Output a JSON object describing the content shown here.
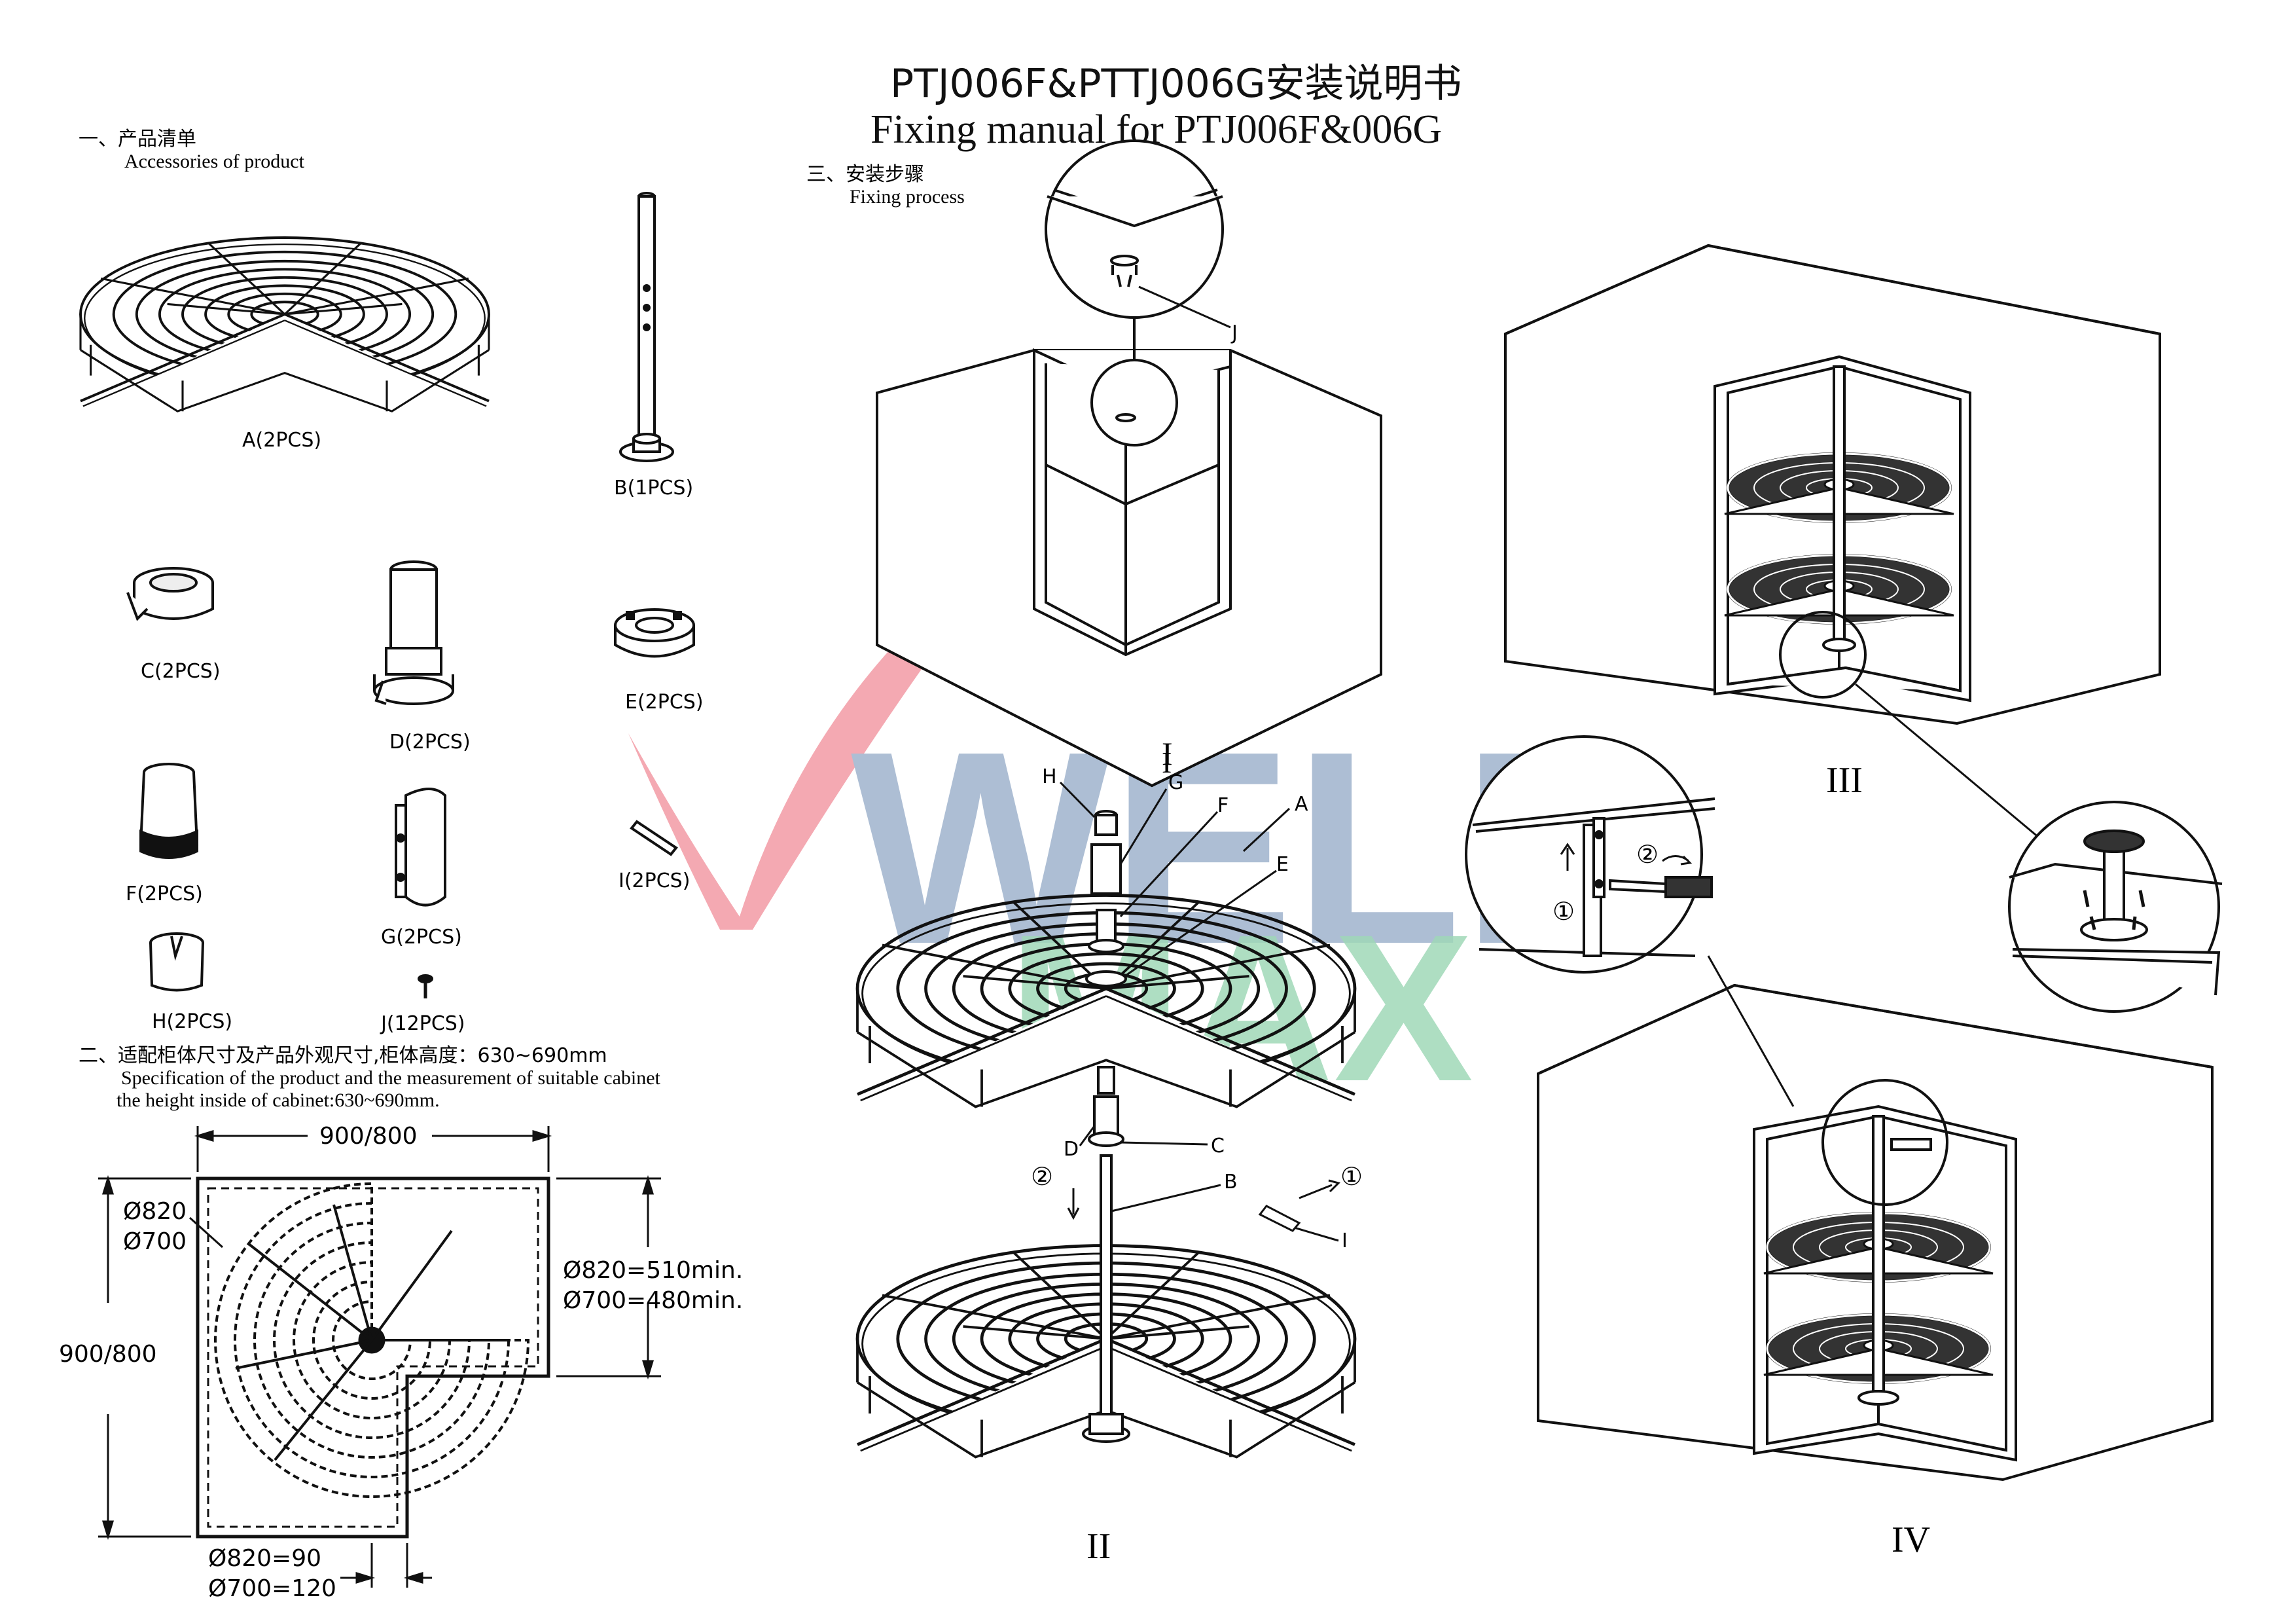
{
  "title": {
    "cn": "PTJ006F&PTTJ006G安装说明书",
    "en": "Fixing manual for PTJ006F&006G"
  },
  "section1": {
    "cn": "一、产品清单",
    "en": "Accessories of product"
  },
  "section2": {
    "cn": "二、适配柜体尺寸及产品外观尺寸,柜体高度：630~690mm",
    "en_line1": "Specification of the product and the measurement of suitable cabinet",
    "en_line2": "the height inside of cabinet:630~690mm."
  },
  "section3": {
    "cn": "三、安装步骤",
    "en": "Fixing process"
  },
  "parts": {
    "A": "A(2PCS)",
    "B": "B(1PCS)",
    "C": "C(2PCS)",
    "D": "D(2PCS)",
    "E": "E(2PCS)",
    "F": "F(2PCS)",
    "G": "G(2PCS)",
    "H": "H(2PCS)",
    "I": "I(2PCS)",
    "J": "J(12PCS)"
  },
  "dimensions": {
    "top_width": "900/800",
    "side_height": "900/800",
    "d820": "Ø820",
    "d700": "Ø700",
    "right_line1": "Ø820=510min.",
    "right_line2": "Ø700=480min.",
    "bottom_line1": "Ø820=90",
    "bottom_line2": "Ø700=120"
  },
  "steps": {
    "s1": "I",
    "s2": "II",
    "s3": "III",
    "s4": "IV"
  },
  "callouts": {
    "J": "J",
    "H": "H",
    "G": "G",
    "F": "F",
    "A": "A",
    "E": "E",
    "D": "D",
    "C": "C",
    "B": "B",
    "I": "I",
    "c1": "①",
    "c2": "②"
  },
  "watermark": {
    "text_top": "WELL",
    "text_bottom": "MAX",
    "registered": "®",
    "colors": {
      "red": "#f29aa4",
      "blue": "#9fb3cd",
      "green": "#8fd1ab"
    }
  }
}
